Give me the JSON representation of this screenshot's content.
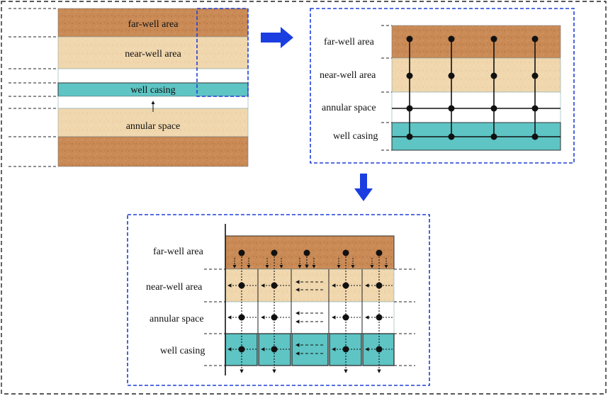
{
  "colors": {
    "far_well_fill": "#c98a55",
    "near_well_fill": "#f0d7ae",
    "annular_fill": "#ffffff",
    "casing_fill": "#5ec4c4",
    "frame_blue": "#1f3fd8",
    "arrow_blue": "#1a3ee0",
    "outer_frame": "#222222"
  },
  "panel1": {
    "far_well": "far-well area",
    "near_well": "near-well area",
    "casing": "well casing",
    "annular": "annular space"
  },
  "panel2": {
    "labels": [
      "far-well area",
      "near-well area",
      "annular space",
      "well casing"
    ],
    "node_columns": 4
  },
  "panel3": {
    "labels": [
      "far-well area",
      "near-well area",
      "annular space",
      "well casing"
    ],
    "node_columns": 5
  }
}
